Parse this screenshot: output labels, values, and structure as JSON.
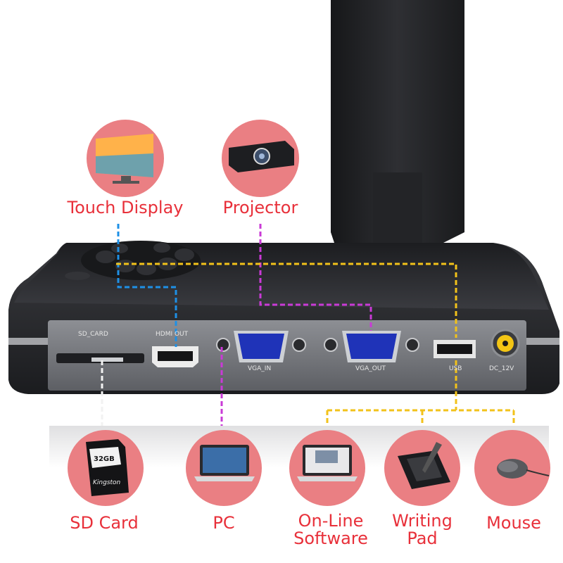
{
  "colors": {
    "circle_fill": "#ea7f83",
    "label_red": "#e8303a",
    "line_blue": "#1e90e6",
    "line_magenta": "#c93ad6",
    "line_yellow": "#f2c21a",
    "line_white": "#f2f2f2",
    "device_body": "#2a2b2e",
    "port_panel": "#7d7f84",
    "vga_blue": "#1f33b8"
  },
  "devices": {
    "touch_display": {
      "label": "Touch Display",
      "icon": "monitor-icon"
    },
    "projector": {
      "label": "Projector",
      "icon": "projector-icon"
    },
    "sd_card": {
      "label": "SD Card",
      "icon": "sd-card-icon"
    },
    "pc": {
      "label": "PC",
      "icon": "laptop-icon"
    },
    "online_software": {
      "label_line1": "On-Line",
      "label_line2": "Software",
      "icon": "laptop-software-icon"
    },
    "writing_pad": {
      "label_line1": "Writing",
      "label_line2": "Pad",
      "icon": "graphics-tablet-icon"
    },
    "mouse": {
      "label": "Mouse",
      "icon": "mouse-icon"
    }
  },
  "ports": {
    "sd_card": "SD_CARD",
    "hdmi_out": "HDMI OUT",
    "vga_in": "VGA_IN",
    "vga_out": "VGA_OUT",
    "usb": "USB",
    "dc": "DC_12V"
  },
  "card": {
    "brand": "Kingston",
    "capacity": "32GB"
  }
}
